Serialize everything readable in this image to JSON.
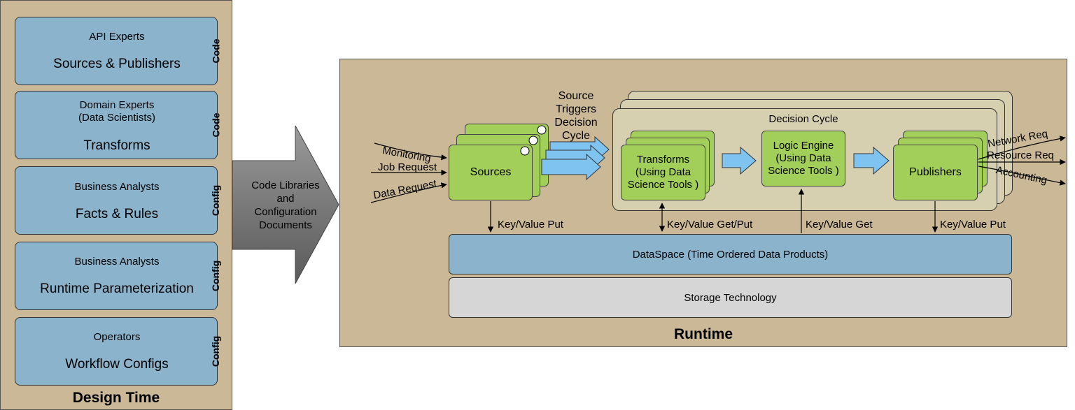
{
  "design_time": {
    "title": "Design Time",
    "cards": [
      {
        "role": "API Experts",
        "title": "Sources & Publishers",
        "kind": "Code"
      },
      {
        "role": "Domain Experts\n(Data Scientists)",
        "title": "Transforms",
        "kind": "Code"
      },
      {
        "role": "Business Analysts",
        "title": "Facts & Rules",
        "kind": "Config"
      },
      {
        "role": "Business Analysts",
        "title": "Runtime Parameterization",
        "kind": "Config"
      },
      {
        "role": "Operators",
        "title": "Workflow Configs",
        "kind": "Config"
      }
    ]
  },
  "big_arrow": {
    "label": "Code Libraries\nand\nConfiguration\nDocuments"
  },
  "runtime": {
    "title": "Runtime",
    "inputs": [
      "Monitoring",
      "Job Request",
      "Data Request"
    ],
    "sources": "Sources",
    "triggers": "Source\nTriggers\nDecision\nCycle",
    "decision_cycle": "Decision Cycle",
    "transforms": "Transforms\n(Using Data\nScience Tools )",
    "logic_engine": "Logic Engine\n(Using Data\nScience Tools )",
    "publishers": "Publishers",
    "outputs": [
      "Network Req",
      "Resource Req",
      "Accounting"
    ],
    "kv_labels": [
      "Key/Value Put",
      "Key/Value Get/Put",
      "Key/Value Get",
      "Key/Value Put"
    ],
    "dataspace": "DataSpace (Time Ordered Data Products)",
    "storage": "Storage Technology"
  },
  "colors": {
    "panel": "#cbb896",
    "card": "#8cb3cc",
    "green": "#a2cf5a",
    "flow_arrow": "#7fc4f0",
    "storage": "#d6d6d6"
  }
}
